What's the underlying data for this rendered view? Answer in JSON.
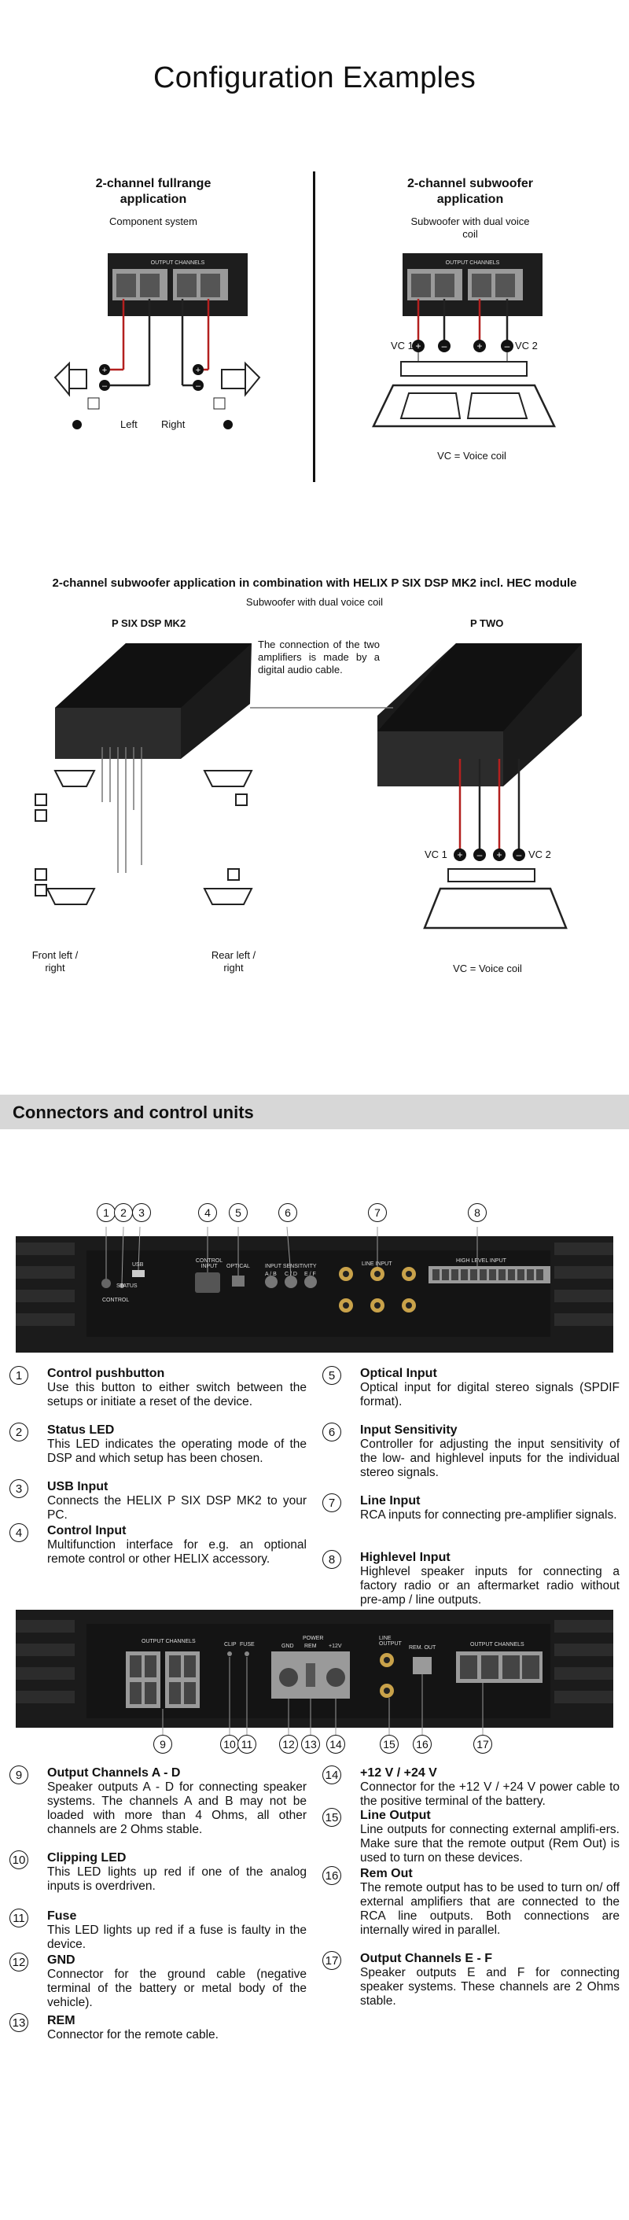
{
  "page_title": "Configuration Examples",
  "example1": {
    "title": "2-channel fullrange application",
    "subtitle": "Component system",
    "label_left": "Left",
    "label_right": "Right"
  },
  "example2": {
    "title": "2-channel subwoofer application",
    "subtitle": "Subwoofer with dual voice coil",
    "vc1": "VC 1",
    "vc2": "VC 2",
    "legend": "VC = Voice coil"
  },
  "example3": {
    "title": "2-channel subwoofer application in combination with HELIX P SIX DSP MK2 incl. HEC module",
    "subtitle": "Subwoofer with dual voice coil",
    "left_device": "P SIX DSP MK2",
    "right_device": "P TWO",
    "note": "The connection of the two amplifiers is made by a digital audio cable.",
    "front_label": "Front left / right",
    "rear_label": "Rear left / right",
    "vc1": "VC 1",
    "vc2": "VC 2",
    "legend": "VC = Voice coil"
  },
  "section_title": "Connectors and control units",
  "panel1_labels": {
    "usb": "USB",
    "status": "STATUS",
    "control": "CONTROL",
    "control_input": "CONTROL INPUT",
    "optical": "OPTICAL",
    "input_sensitivity": "INPUT SENSITIVITY",
    "ab": "A / B",
    "cd": "C / D",
    "ef": "E / F",
    "line_input": "LINE INPUT",
    "highlevel_input": "HIGH LEVEL INPUT"
  },
  "panel2_labels": {
    "output_channels": "OUTPUT CHANNELS",
    "clip": "CLIP",
    "fuse": "FUSE",
    "power": "POWER",
    "gnd": "GND",
    "rem": "REM",
    "v12": "+12V",
    "line_output": "LINE OUTPUT",
    "rem_out": "REM. OUT"
  },
  "items_left_1": [
    {
      "n": "1",
      "title": "Control pushbutton",
      "text": "Use this button to either switch between the setups or initiate a reset of the device."
    },
    {
      "n": "2",
      "title": "Status LED",
      "text": "This LED indicates the operating mode of the DSP and which setup has been chosen."
    },
    {
      "n": "3",
      "title": "USB Input",
      "text": "Connects the HELIX P SIX DSP MK2 to your PC."
    },
    {
      "n": "4",
      "title": "Control Input",
      "text": "Multifunction interface for e.g. an optional remote control or other HELIX accessory."
    }
  ],
  "items_right_1": [
    {
      "n": "5",
      "title": "Optical Input",
      "text": "Optical input for digital stereo signals (SPDIF format)."
    },
    {
      "n": "6",
      "title": "Input Sensitivity",
      "text": "Controller for adjusting the input sensitivity of the low- and highlevel inputs for the individual stereo signals."
    },
    {
      "n": "7",
      "title": "Line Input",
      "text": "RCA inputs for connecting pre-amplifier signals."
    },
    {
      "n": "8",
      "title": "Highlevel Input",
      "text": "Highlevel speaker inputs for connecting a factory radio or an aftermarket radio without pre-amp / line outputs."
    }
  ],
  "items_left_2": [
    {
      "n": "9",
      "title": "Output Channels A - D",
      "text": "Speaker outputs A - D for connecting speaker systems. The channels A and B may not be loaded with more than 4 Ohms, all other channels are 2 Ohms stable."
    },
    {
      "n": "10",
      "title": "Clipping LED",
      "text": "This LED lights up red if one of the analog inputs is overdriven."
    },
    {
      "n": "11",
      "title": "Fuse",
      "text": "This LED lights up red if a fuse is faulty in the device."
    },
    {
      "n": "12",
      "title": "GND",
      "text": "Connector for the ground cable (negative terminal of the battery or metal body of the vehicle)."
    },
    {
      "n": "13",
      "title": "REM",
      "text": "Connector for the remote cable."
    }
  ],
  "items_right_2": [
    {
      "n": "14",
      "title": "+12 V / +24 V",
      "text": "Connector for the +12 V / +24 V power cable to the positive terminal of the battery."
    },
    {
      "n": "15",
      "title": "Line Output",
      "text": "Line outputs for connecting external amplifi-ers. Make sure that the remote output (Rem Out) is used to turn on these devices."
    },
    {
      "n": "16",
      "title": "Rem Out",
      "text": "The remote output has to be used to turn on/ off external amplifiers that are connected to the RCA line outputs. Both connections are internally wired in parallel."
    },
    {
      "n": "17",
      "title": "Output Channels E - F",
      "text": "Speaker outputs E and F for connecting speaker systems. These channels are 2 Ohms stable."
    }
  ],
  "callouts_top": [
    "1",
    "2",
    "3",
    "4",
    "5",
    "6",
    "7",
    "8"
  ],
  "callouts_bottom": [
    "9",
    "10",
    "11",
    "12",
    "13",
    "14",
    "15",
    "16",
    "17"
  ],
  "colors": {
    "section_bar": "#d7d7d7",
    "wire_red": "#b3201f",
    "amp_dark": "#1b1b1b"
  }
}
